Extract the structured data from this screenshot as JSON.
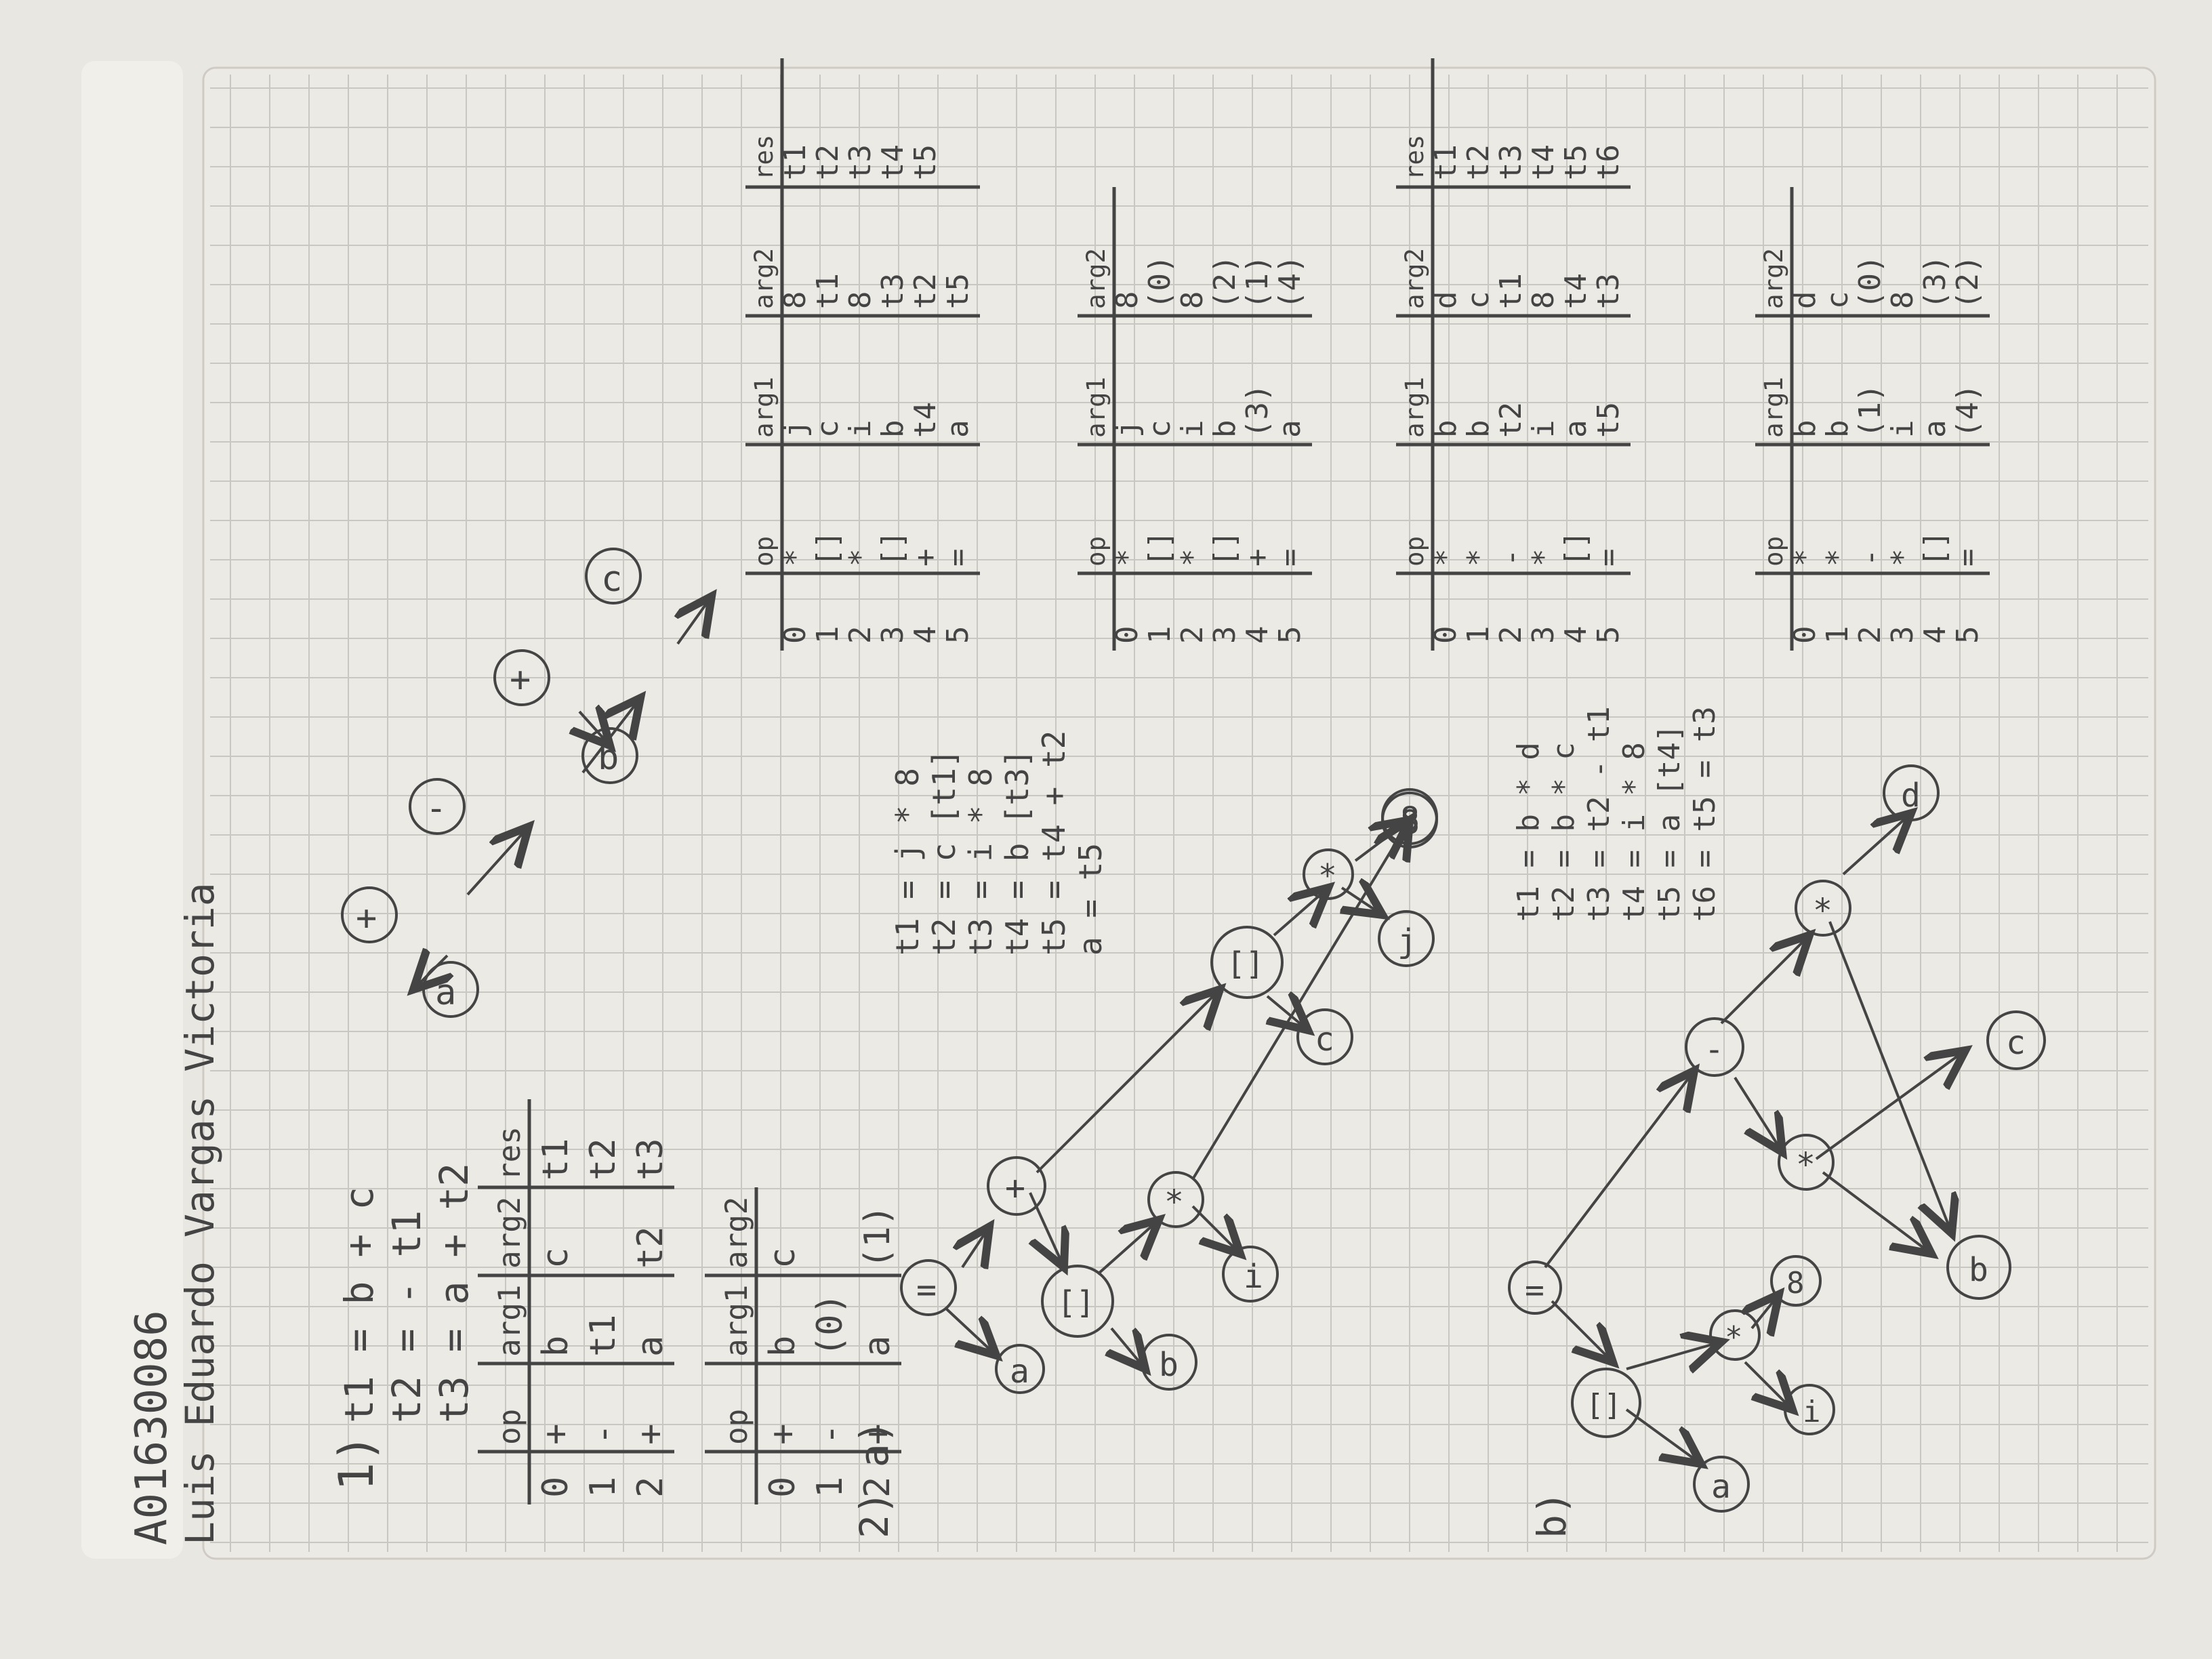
{
  "header": {
    "student_id": "A01630086",
    "student_name": "Luis Eduardo Vargas Victoria"
  },
  "problem1": {
    "label": "1)",
    "code": [
      "t1 = b + c",
      "t2 = - t1",
      "t3 = a + t2"
    ],
    "table_a": {
      "columns": [
        "op",
        "arg1",
        "arg2",
        "res"
      ],
      "rows": [
        [
          "0",
          "+",
          "b",
          "c",
          "t1"
        ],
        [
          "1",
          "-",
          "t1",
          "",
          "t2"
        ],
        [
          "2",
          "+",
          "a",
          "t2",
          "t3"
        ]
      ]
    },
    "table_b": {
      "columns": [
        "op",
        "arg1",
        "arg2"
      ],
      "rows": [
        [
          "0",
          "+",
          "b",
          "c"
        ],
        [
          "1",
          "-",
          "(0)",
          ""
        ],
        [
          "2",
          "+",
          "a",
          "(1)"
        ]
      ]
    },
    "dag": [
      "+",
      "a",
      "-",
      "+",
      "b",
      "c"
    ]
  },
  "problem2a": {
    "label": "2) a)",
    "code": [
      "t1 = j * 8",
      "t2 = c [t1]",
      "t3 = i * 8",
      "t4 = b [t3]",
      "t5 = t4 + t2",
      "a = t5"
    ],
    "dag": [
      "=",
      "a",
      "+",
      "[]",
      "b",
      "*",
      "i",
      "8",
      "[]",
      "c",
      "*",
      "j",
      "8"
    ],
    "table_a": {
      "columns": [
        "op",
        "arg1",
        "arg2",
        "res"
      ],
      "rows": [
        [
          "0",
          "*",
          "j",
          "8",
          "t1"
        ],
        [
          "1",
          "[]",
          "c",
          "t1",
          "t2"
        ],
        [
          "2",
          "*",
          "i",
          "8",
          "t3"
        ],
        [
          "3",
          "[]",
          "b",
          "t3",
          "t4"
        ],
        [
          "4",
          "+",
          "t4",
          "t2",
          "t5"
        ],
        [
          "5",
          "=",
          "a",
          "t5",
          ""
        ]
      ]
    },
    "table_b": {
      "columns": [
        "op",
        "arg1",
        "arg2"
      ],
      "rows": [
        [
          "0",
          "*",
          "j",
          "8"
        ],
        [
          "1",
          "[]",
          "c",
          "(0)"
        ],
        [
          "2",
          "*",
          "i",
          "8"
        ],
        [
          "3",
          "[]",
          "b",
          "(2)"
        ],
        [
          "4",
          "+",
          "(3)",
          "(1)"
        ],
        [
          "5",
          "=",
          "a",
          "(4)"
        ]
      ]
    }
  },
  "problem2b": {
    "label": "b)",
    "code": [
      "t1 = b * d",
      "t2 = b * c",
      "t3 = t2 - t1",
      "t4 = i * 8",
      "t5 = a [t4]",
      "t6 = t5 = t3"
    ],
    "dag": [
      "=",
      "[]",
      "a",
      "*",
      "i",
      "8",
      "-",
      "*",
      "*",
      "b",
      "c",
      "d"
    ],
    "table_a": {
      "columns": [
        "op",
        "arg1",
        "arg2",
        "res"
      ],
      "rows": [
        [
          "0",
          "*",
          "b",
          "d",
          "t1"
        ],
        [
          "1",
          "*",
          "b",
          "c",
          "t2"
        ],
        [
          "2",
          "-",
          "t2",
          "t1",
          "t3"
        ],
        [
          "3",
          "*",
          "i",
          "8",
          "t4"
        ],
        [
          "4",
          "[]",
          "a",
          "t4",
          "t5"
        ],
        [
          "5",
          "=",
          "t5",
          "t3",
          "t6"
        ]
      ]
    },
    "table_b": {
      "columns": [
        "op",
        "arg1",
        "arg2"
      ],
      "rows": [
        [
          "0",
          "*",
          "b",
          "d"
        ],
        [
          "1",
          "*",
          "b",
          "c"
        ],
        [
          "2",
          "-",
          "(1)",
          "(0)"
        ],
        [
          "3",
          "*",
          "i",
          "8"
        ],
        [
          "4",
          "[]",
          "a",
          "(3)"
        ],
        [
          "5",
          "=",
          "(4)",
          "(2)"
        ]
      ]
    }
  },
  "colors": {
    "paper": "#e9e7e2",
    "grid": "#c9c7c1",
    "pencil": "#3f3f3f",
    "background": "#d9d6cf"
  }
}
